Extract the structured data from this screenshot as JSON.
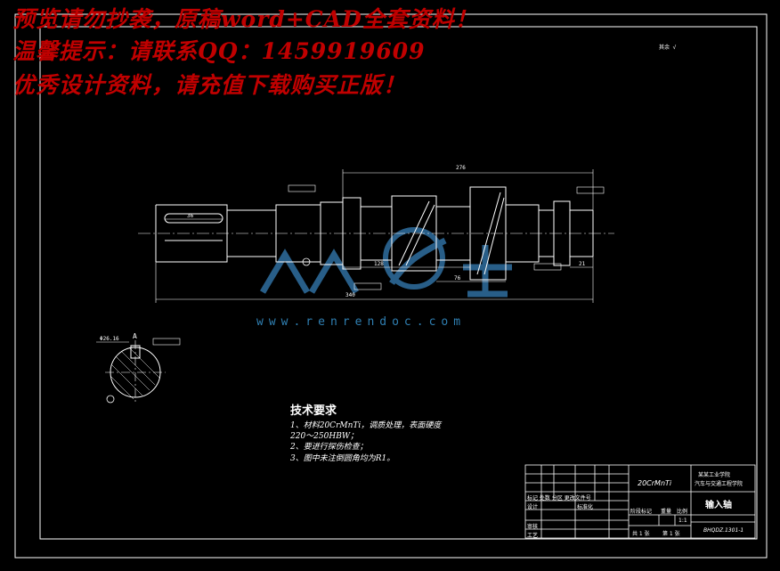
{
  "watermark": {
    "line1": "预览请勿抄袭，原稿word+CAD全套资料！",
    "line2": "温馨提示：请联系QQ：1459919609",
    "line3": "优秀设计资料，请充值下载购买正版！",
    "site": "www.renrendoc.com"
  },
  "drawing": {
    "corner_note": "其余 √",
    "dim_overall_top": "276",
    "dim_overall_bottom": "340",
    "dim_mid_a": "128",
    "dim_mid_b": "76",
    "dim_right": "21",
    "dim_keyway": "36",
    "section_label": "A",
    "section_dim": "Φ26.16"
  },
  "tech": {
    "title": "技术要求",
    "line1": "1、材料20CrMnTi，调质处理，表面硬度",
    "line2": "220～250HBW；",
    "line3": "2、要进行探伤检查；",
    "line4": "3、图中未注倒圆角均为R1。"
  },
  "title_block": {
    "material": "20CrMnTi",
    "school": "某某工业学院",
    "dept": "汽车与交通工程学院",
    "part_name": "输入轴",
    "headers": "标记 处数 分区 更改文件号",
    "design": "设计",
    "standard": "标准化",
    "review": "审核",
    "process": "工艺",
    "stage": "阶段标记",
    "weight": "重量",
    "scale": "比例",
    "scale_value": "1:1",
    "sheets": "共 1 张",
    "sheet_no": "第 1 张",
    "drawing_no": "BHQDZ.1301-1"
  }
}
